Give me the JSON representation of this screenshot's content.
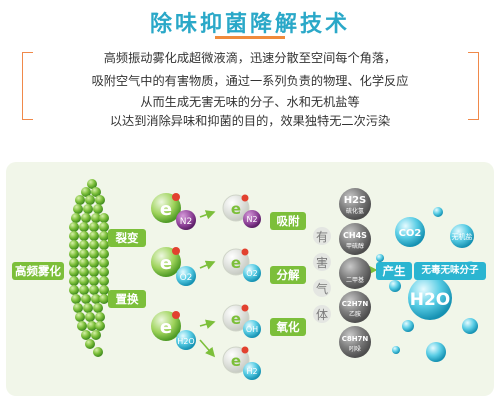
{
  "title": "除味抑菌降解技术",
  "intro_lines": [
    "高频振动雾化成超微液滴，迅速分散至空间每个角落，",
    "吸附空气中的有害物质，通过一系列负责的物理、化学反应",
    "从而生成无害无味的分子、水和无机盐等",
    "以达到消除异味和抑菌的目的，效果独特无二次污染"
  ],
  "labels": {
    "atomize": "高频雾化",
    "fission": "裂变",
    "replace": "置换",
    "adsorb": "吸附",
    "decompose": "分解",
    "oxidize": "氧化",
    "produce": "产生"
  },
  "chars": [
    "有",
    "害",
    "气",
    "体"
  ],
  "particles": {
    "e": "e",
    "n2": "N2",
    "o2": "O2",
    "h2o": "H2O",
    "oh": "OH",
    "h2": "H2"
  },
  "gases": [
    {
      "formula": "H2S",
      "name": "硫化氢"
    },
    {
      "formula": "CH4S",
      "name": "甲硫醇"
    },
    {
      "formula": "",
      "name": "二甲基"
    },
    {
      "formula": "C2H7N",
      "name": "乙胺"
    },
    {
      "formula": "C8H7N",
      "name": "吲哚"
    }
  ],
  "products": {
    "co2": "CO2",
    "salt": "无机盐",
    "harmless": "无毒无味分子",
    "h2o": "H2O"
  },
  "colors": {
    "accent": "#2aa8c8",
    "orange": "#f0894a",
    "green": "#7cbf3a",
    "purple": "#8b3f95",
    "aqua": "#2bb5d1",
    "gray": "#6d6e71"
  }
}
